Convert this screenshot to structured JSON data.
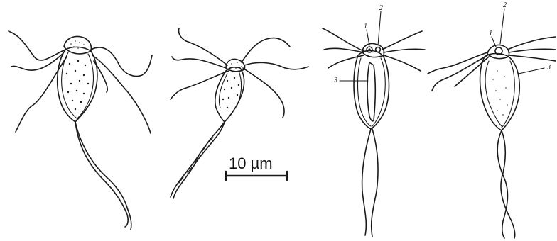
{
  "scale_bar": {
    "label": "10 µm"
  },
  "labels": [
    "1",
    "2",
    "3"
  ]
}
